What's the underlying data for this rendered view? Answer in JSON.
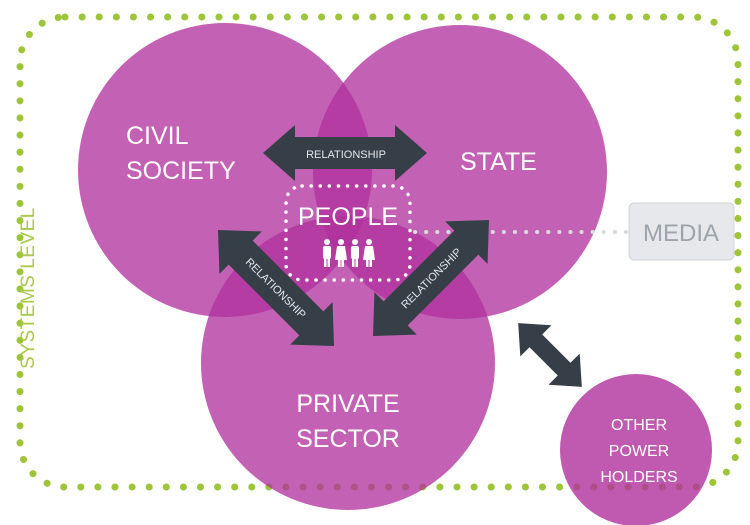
{
  "diagram": {
    "systems_label": "SYSTEMS LEVEL",
    "circles": {
      "civil_society": [
        "CIVIL",
        "SOCIETY"
      ],
      "state": "STATE",
      "private_sector": [
        "PRIVATE",
        "SECTOR"
      ],
      "other_power_holders": [
        "OTHER",
        "POWER",
        "HOLDERS"
      ]
    },
    "people_label": "PEOPLE",
    "relationship_labels": {
      "top": "RELATIONSHIP",
      "left": "RELATIONSHIP",
      "right": "RELATIONSHIP"
    },
    "media_label": "MEDIA",
    "colors": {
      "circle": "#b0309c",
      "overlap": "#a0107f",
      "arrow": "#363f48",
      "dotted_border": "#9ec53a",
      "media_box": "#e6e8eb",
      "media_text": "#9ea4ab",
      "systems_label": "#a9c94a"
    }
  }
}
